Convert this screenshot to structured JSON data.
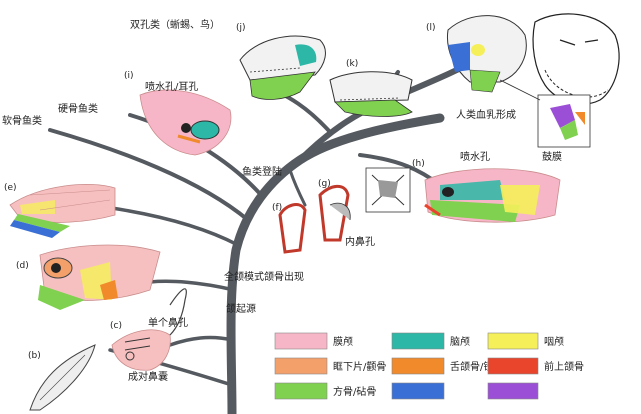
{
  "labels": {
    "diapsids": "双孔类（蜥蜴、鸟）",
    "spiracle_ear": "喷水孔/耳孔",
    "placoderms": "硬骨鱼类",
    "cartilaginous": "软骨鱼类",
    "mammal_ear": "人类血乳形成",
    "fish_land": "鱼类登陆",
    "spiracle": "喷水孔",
    "internal_nostril": "内鼻孔",
    "jaw_appear": "全颌模式颌骨出现",
    "jaw_origin": "颌起源",
    "single_nostril": "单个鼻孔",
    "paired_nostril": "成对鼻囊",
    "ear_bones": "鼓膜"
  },
  "tags": {
    "b": "(b)",
    "c": "(c)",
    "d": "(d)",
    "e": "(e)",
    "f": "(f)",
    "g": "(g)",
    "h": "(h)",
    "i": "(i)",
    "j": "(j)",
    "k": "(k)",
    "l": "(l)"
  },
  "legend": [
    {
      "label": "膜颅",
      "color": "#f7b6c8"
    },
    {
      "label": "脑颅",
      "color": "#2cb7a6"
    },
    {
      "label": "咽颅",
      "color": "#f5ef5a"
    },
    {
      "label": "眶下片/颧骨",
      "color": "#f4a06a"
    },
    {
      "label": "舌颌骨/镫骨",
      "color": "#f08a2a"
    },
    {
      "label": "前上颌骨",
      "color": "#e8452c"
    },
    {
      "label": "方骨/砧骨",
      "color": "#7fd14f"
    },
    {
      "label": "",
      "color": "#3a6fd6"
    },
    {
      "label": "",
      "color": "#9b4fd6"
    }
  ],
  "colors": {
    "branch": "#555a60",
    "text": "#222222"
  }
}
